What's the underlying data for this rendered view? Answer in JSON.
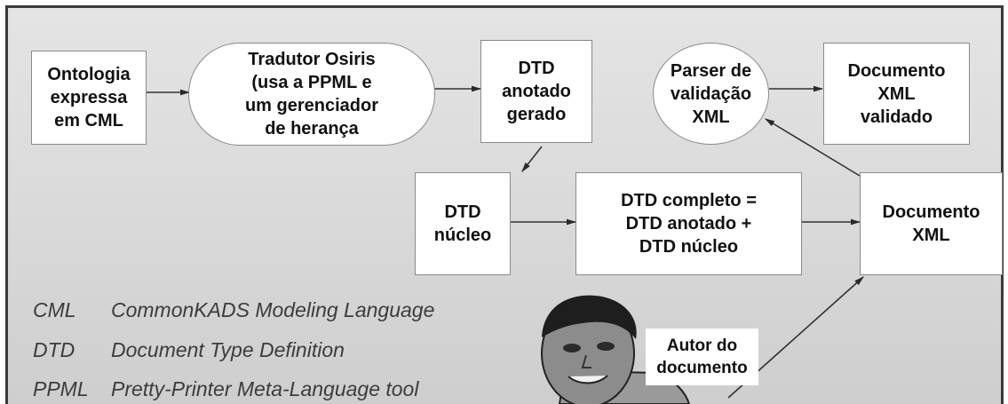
{
  "nodes": {
    "ontology": "Ontologia\nexpressa\nem CML",
    "translator": "Tradutor Osiris\n(usa a PPML e\num gerenciador\nde herança",
    "dtd_annotated": "DTD\nanotado\ngerado",
    "parser": "Parser de\nvalidação\nXML",
    "validated_doc": "Documento\nXML\nvalidado",
    "dtd_core": "DTD\nnúcleo",
    "dtd_complete": "DTD completo =\nDTD anotado +\nDTD núcleo",
    "xml_doc": "Documento\nXML"
  },
  "legend": [
    {
      "abbr": "CML",
      "definition": "CommonKADS Modeling Language"
    },
    {
      "abbr": "DTD",
      "definition": "Document Type Definition"
    },
    {
      "abbr": "PPML",
      "definition": "Pretty-Printer Meta-Language tool"
    }
  ],
  "author": {
    "label": "Autor do\ndocumento"
  }
}
